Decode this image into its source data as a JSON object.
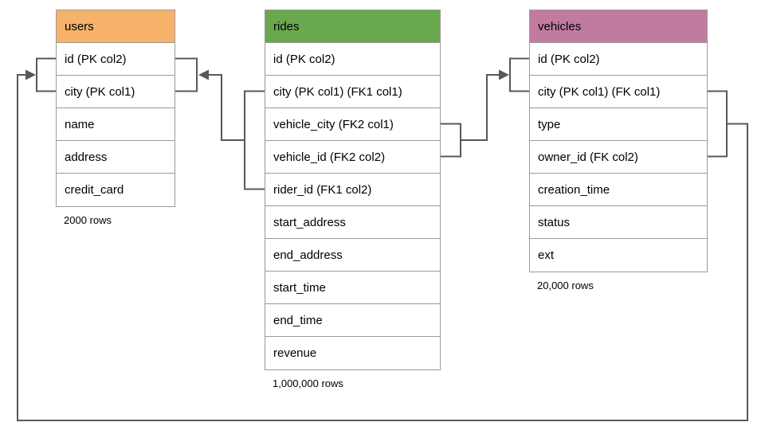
{
  "diagram": {
    "connector_color": "#58585a",
    "border_color": "#9a9a9a",
    "tables": [
      {
        "name": "users",
        "header_color": "#F6B26B",
        "columns": [
          "id (PK col2)",
          "city (PK col1)",
          "name",
          "address",
          "credit_card"
        ],
        "row_count": "2000 rows"
      },
      {
        "name": "rides",
        "header_color": "#6AA84F",
        "columns": [
          "id (PK col2)",
          "city (PK col1) (FK1 col1)",
          "vehicle_city (FK2 col1)",
          "vehicle_id (FK2 col2)",
          "rider_id (FK1 col2)",
          "start_address",
          "end_address",
          "start_time",
          "end_time",
          "revenue"
        ],
        "row_count": "1,000,000 rows"
      },
      {
        "name": "vehicles",
        "header_color": "#C27BA0",
        "columns": [
          "id (PK col2)",
          "city (PK col1) (FK col1)",
          "type",
          "owner_id (FK col2)",
          "creation_time",
          "status",
          "ext"
        ],
        "row_count": "20,000 rows"
      }
    ],
    "relationships": [
      {
        "name": "rides-to-users",
        "from_columns": "rides: city (FK1 col1), rider_id (FK1 col2)",
        "to_columns": "users: id (PK col2), city (PK col1)"
      },
      {
        "name": "rides-to-vehicles",
        "from_columns": "rides: vehicle_city (FK2 col1), vehicle_id (FK2 col2)",
        "to_columns": "vehicles: id (PK col2), city (PK col1)"
      },
      {
        "name": "vehicles-to-users",
        "from_columns": "vehicles: city (FK col1), owner_id (FK col2)",
        "to_columns": "users: id (PK col2), city (PK col1)"
      }
    ]
  }
}
